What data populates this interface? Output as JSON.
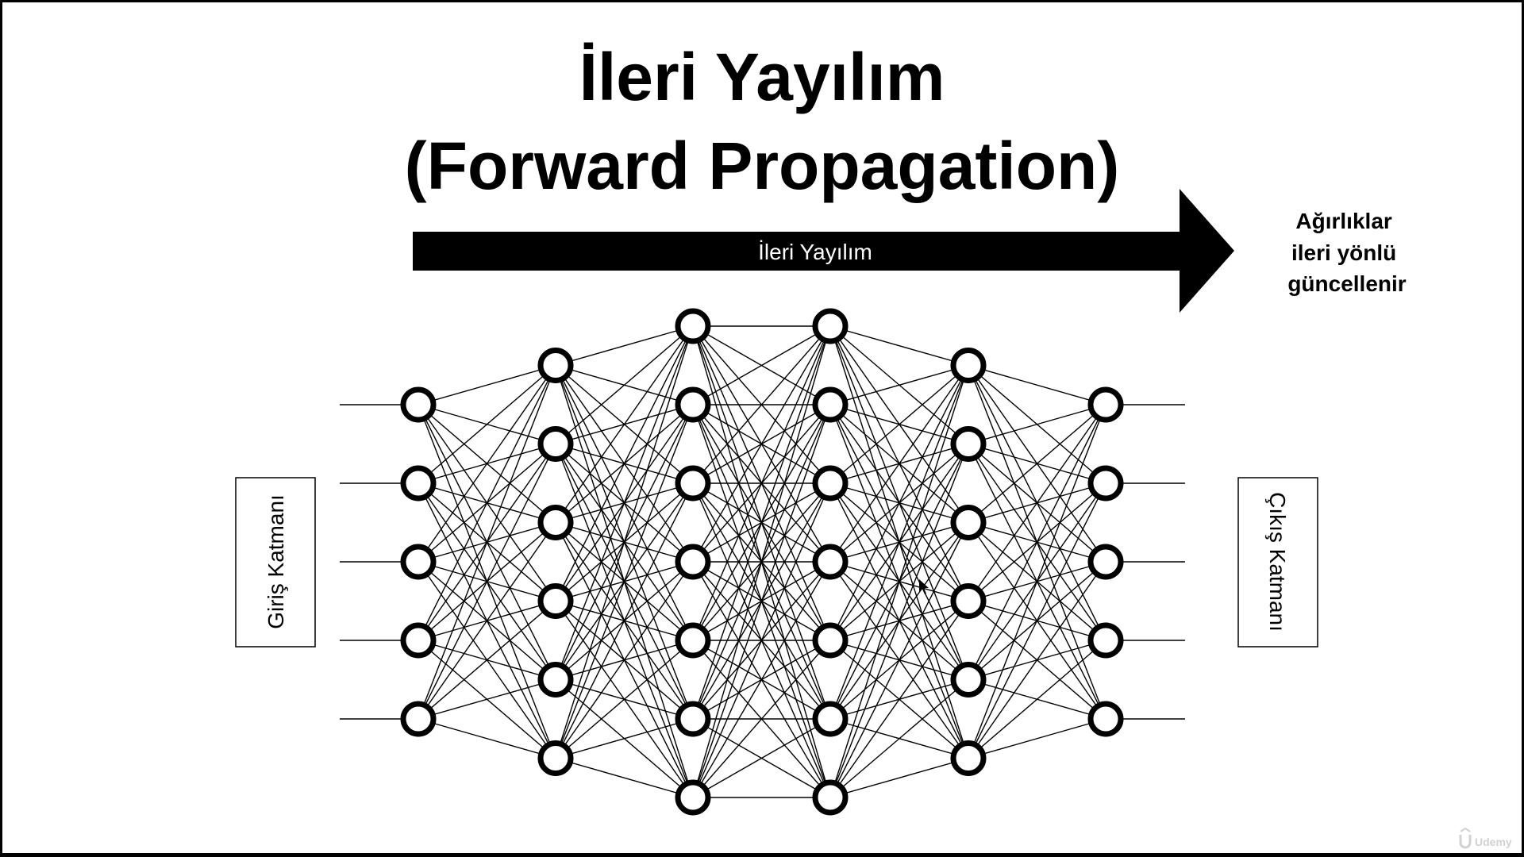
{
  "slide": {
    "title_line1": "İleri Yayılım",
    "title_line2": "(Forward Propagation)",
    "arrow_label": "İleri Yayılım",
    "note_lines": [
      "Ağırlıklar",
      "ileri yönlü",
      "güncellenir"
    ],
    "input_layer_label": "Giriş Katmanı",
    "output_layer_label": "Çıkış Katmanı",
    "watermark": "Udemy"
  },
  "network": {
    "layers": [
      5,
      6,
      7,
      7,
      6,
      5
    ]
  },
  "colors": {
    "background": "#ffffff",
    "frame": "#000000",
    "ink": "#000000",
    "arrow_text": "#ffffff",
    "watermark": "#9a9a9a"
  },
  "icons": {
    "watermark_logo": "udemy-logo-icon",
    "cursor": "mouse-pointer-icon"
  }
}
